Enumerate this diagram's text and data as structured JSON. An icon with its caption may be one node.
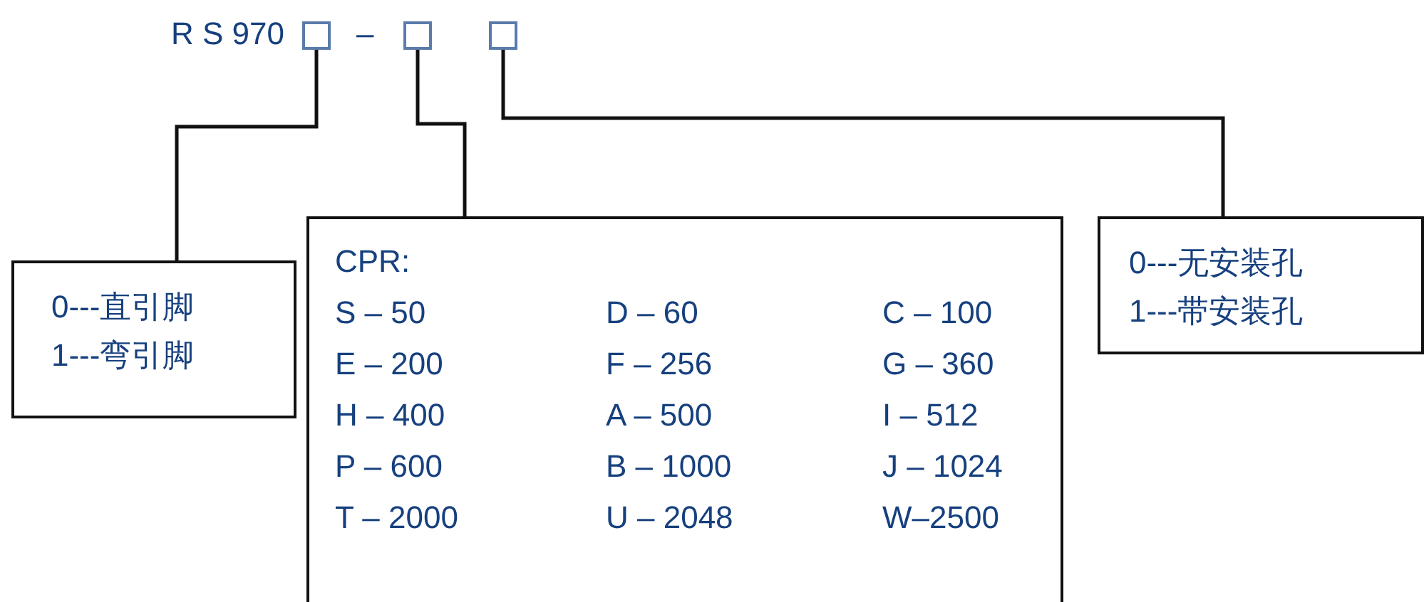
{
  "diagram": {
    "nodes": [
      {
        "text": [],
        "shape": "box"
      },
      {
        "text": [],
        "shape": "box"
      },
      {
        "text": [],
        "shape": "box"
      },
      {
        "text": [
          "0---直引脚",
          "1---弯引脚"
        ]
      },
      {
        "text": [
          "CPR:",
          "S – 50",
          "D – 60",
          "C – 100",
          "E – 200",
          "F – 256",
          "G – 360",
          "H – 400",
          "A – 500",
          "I – 512",
          "P – 600",
          "B – 1000",
          "J – 1024",
          "T – 2000",
          "U – 2048",
          "W–2500"
        ]
      },
      {
        "text": [
          "0---无安装孔",
          "1---带安装孔"
        ]
      }
    ],
    "edges": [
      {
        "from": 0,
        "to": 3,
        "arrow": "none"
      },
      {
        "from": 1,
        "to": 4,
        "arrow": "none"
      },
      {
        "from": 2,
        "to": 5,
        "arrow": "none"
      }
    ],
    "labels": [
      "R S 970",
      "–"
    ]
  }
}
